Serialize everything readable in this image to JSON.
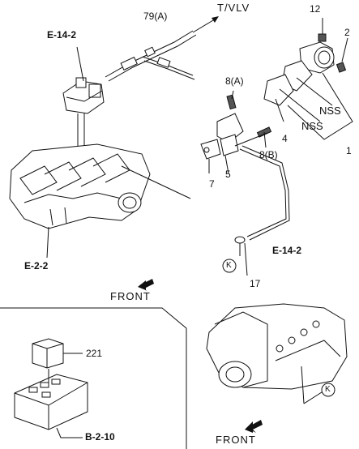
{
  "labels": {
    "tvlv": "T/VLV",
    "p79a": "79(A)",
    "e142_top": "E-14-2",
    "p12": "12",
    "p2": "2",
    "p8a": "8(A)",
    "nss1": "NSS",
    "nss2": "NSS",
    "p4": "4",
    "p1": "1",
    "p8b": "8(B)",
    "p5": "5",
    "p7": "7",
    "e22": "E-2-2",
    "e142_bottom": "E-14-2",
    "k_top": "K",
    "p17": "17",
    "front_top": "FRONT",
    "p221": "221",
    "b210": "B-2-10",
    "k_bottom": "K",
    "front_bottom": "FRONT"
  },
  "icons": [
    "arrow-icon",
    "circle-k-icon"
  ]
}
